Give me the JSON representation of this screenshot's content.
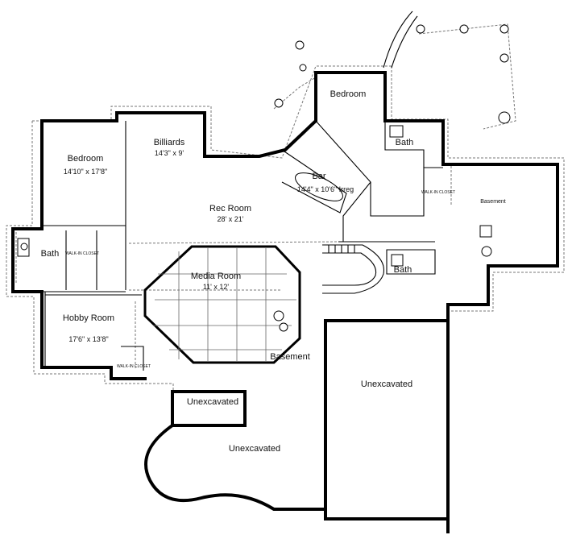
{
  "rooms": {
    "bedroom_west": {
      "name": "Bedroom",
      "dims": "14'10\" x 17'8\""
    },
    "billiards": {
      "name": "Billiards",
      "dims": "14'3\" x 9'"
    },
    "bedroom_north": {
      "name": "Bedroom"
    },
    "bath_north": {
      "name": "Bath"
    },
    "bar": {
      "name": "Bar",
      "dims": "14'4\" x 10'6\" Irreg"
    },
    "rec_room": {
      "name": "Rec Room",
      "dims": "28' x 21'"
    },
    "basement_east": {
      "name": "Basement"
    },
    "bath_west": {
      "name": "Bath"
    },
    "media_room": {
      "name": "Media Room",
      "dims": "11' x 12'"
    },
    "bath_center": {
      "name": "Bath"
    },
    "hobby_room": {
      "name": "Hobby Room",
      "dims": "17'6\" x 13'8\""
    },
    "basement_center": {
      "name": "Basement"
    },
    "unexcavated_right": {
      "name": "Unexcavated"
    },
    "unexcavated_small": {
      "name": "Unexcavated"
    },
    "unexcavated_bottom": {
      "name": "Unexcavated"
    }
  },
  "closets": {
    "west": "WALK-IN CLOSET",
    "north": "WALK-IN CLOSET",
    "hobby": "WALK-IN CLOSET"
  }
}
